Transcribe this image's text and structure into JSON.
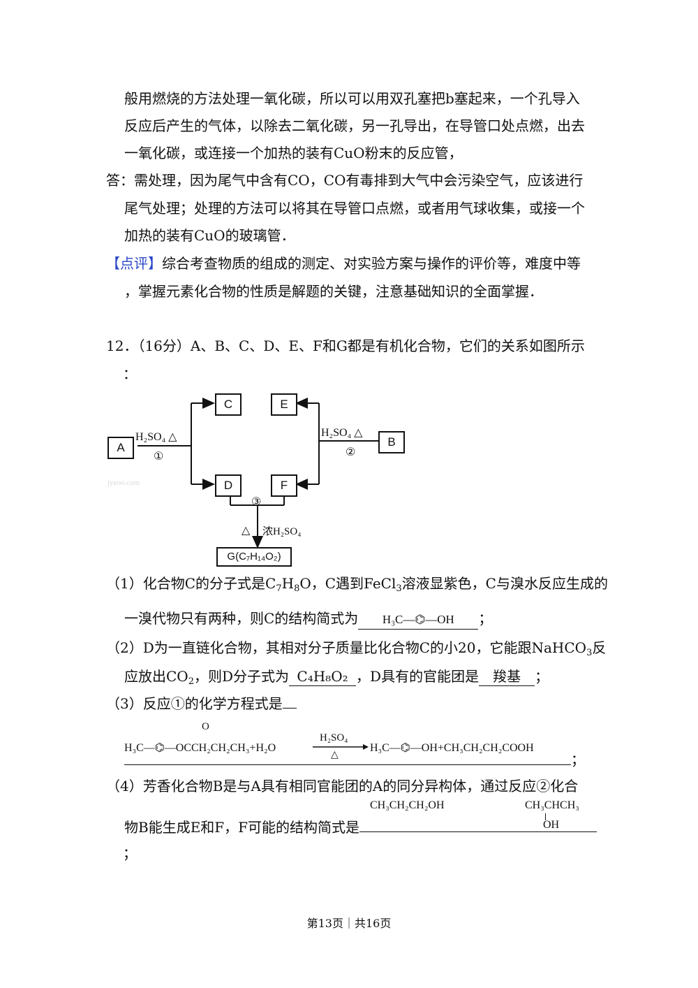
{
  "paragraphs": {
    "p1": "般用燃烧的方法处理一氧化碳，所以可以用双孔塞把b塞起来，一个孔导入",
    "p2": "反应后产生的气体，以除去二氧化碳，另一孔导出，在导管口处点燃，出去",
    "p3": "一氧化碳，或连接一个加热的装有CuO粉末的反应管，",
    "a1": "答：需处理，因为尾气中含有CO，CO有毒排到大气中会污染空气，应该进行",
    "a2": "尾气处理；处理的方法可以将其在导管口点燃，或者用气球收集，或接一个",
    "a3": "加热的装有CuO的玻璃管．",
    "comment_tag": "【点评】",
    "comment1": "综合考查物质的组成的测定、对实验方案与操作的评价等，难度中等",
    "comment2": "，掌握元素化合物的性质是解题的关键，注意基础知识的全面掌握．"
  },
  "question": {
    "header": "12．（16分）A、B、C、D、E、F和G都是有机化合物，它们的关系如图所示",
    "colon": "："
  },
  "diagram": {
    "A": "A",
    "B": "B",
    "C": "C",
    "D": "D",
    "E": "E",
    "F": "F",
    "reagent1": "H₂SO₄ △",
    "step1": "①",
    "reagent2": "H₂SO₄ △",
    "step2": "②",
    "step3": "③",
    "heat": "△",
    "conc": "浓H₂SO₄",
    "G": "G(C₇H₁₄O₂)",
    "watermark": "jyeoo.com"
  },
  "q1": {
    "l1_a": "（1）化合物C的分子式是C",
    "l1_s1": "7",
    "l1_b": "H",
    "l1_s2": "8",
    "l1_c": "O，C遇到FeCl",
    "l1_s3": "3",
    "l1_d": "溶液显紫色，C与溴水反应生成的",
    "l2": "一溴代物只有两种，则C的结构简式为",
    "answer": "H₃C—⌬—OH",
    "end": "；"
  },
  "q2": {
    "l1_a": "（2）D为一直链化合物，其相对分子质量比化合物C的小20，它能跟NaHCO",
    "l1_s": "3",
    "l1_b": "反",
    "l2_a": "应放出CO",
    "l2_s": "2",
    "l2_b": "，则D分子式为",
    "formula": "C₄H₈O₂",
    "l2_c": "，D具有的官能团是",
    "group": "羧基",
    "end": "；"
  },
  "q3": {
    "l1": "（3）反应①的化学方程式是",
    "eq_left": "H₃C—⌬—OCCH₂CH₂CH₃+H₂O",
    "eq_o": "O",
    "eq_cond": "H₂SO₄",
    "eq_heat": "△",
    "eq_right": "H₃C—⌬—OH+CH₃CH₂CH₂COOH",
    "end": "；"
  },
  "q4": {
    "l1": "（4）芳香化合物B是与A具有相同官能团的A的同分异构体，通过反应②化合",
    "l2": "物B能生成E和F，F可能的结构简式是",
    "ans1": "CH₃CH₂CH₂OH",
    "ans2_top": "CH₃CHCH₃",
    "ans2_bot": "OH",
    "end": "；"
  },
  "footer": "第13页｜共16页"
}
